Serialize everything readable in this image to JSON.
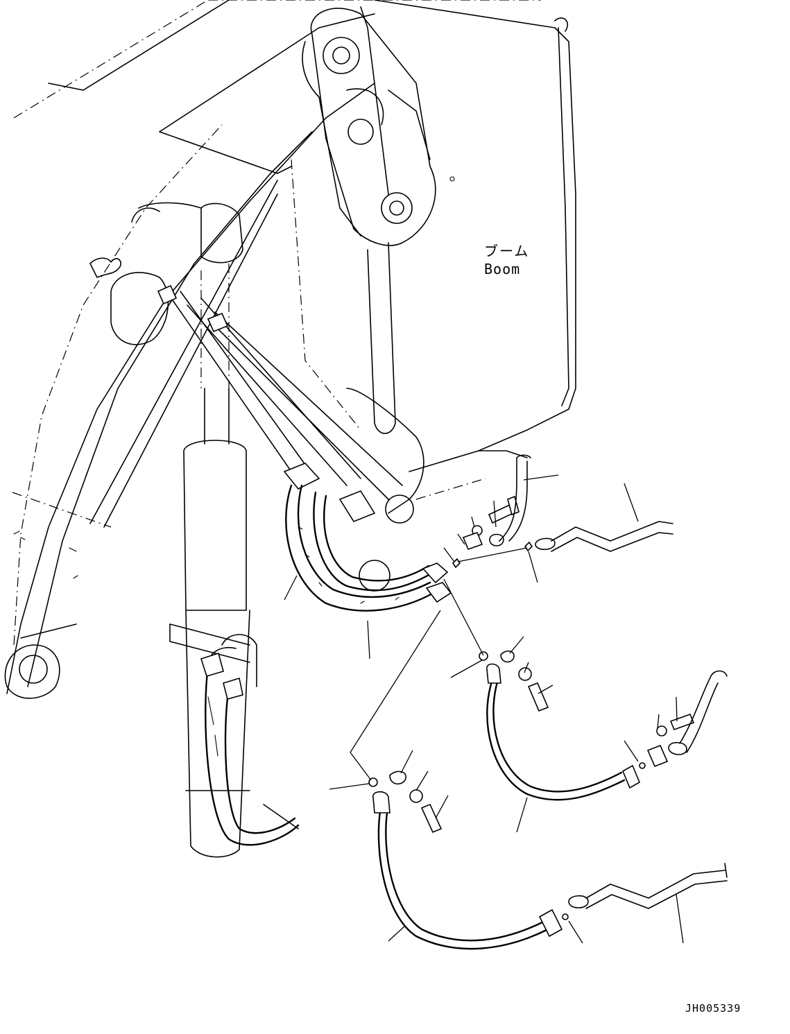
{
  "labels": {
    "boom_jp": "ブーム",
    "boom_en": "Boom",
    "drawing_code": "JH005339"
  }
}
